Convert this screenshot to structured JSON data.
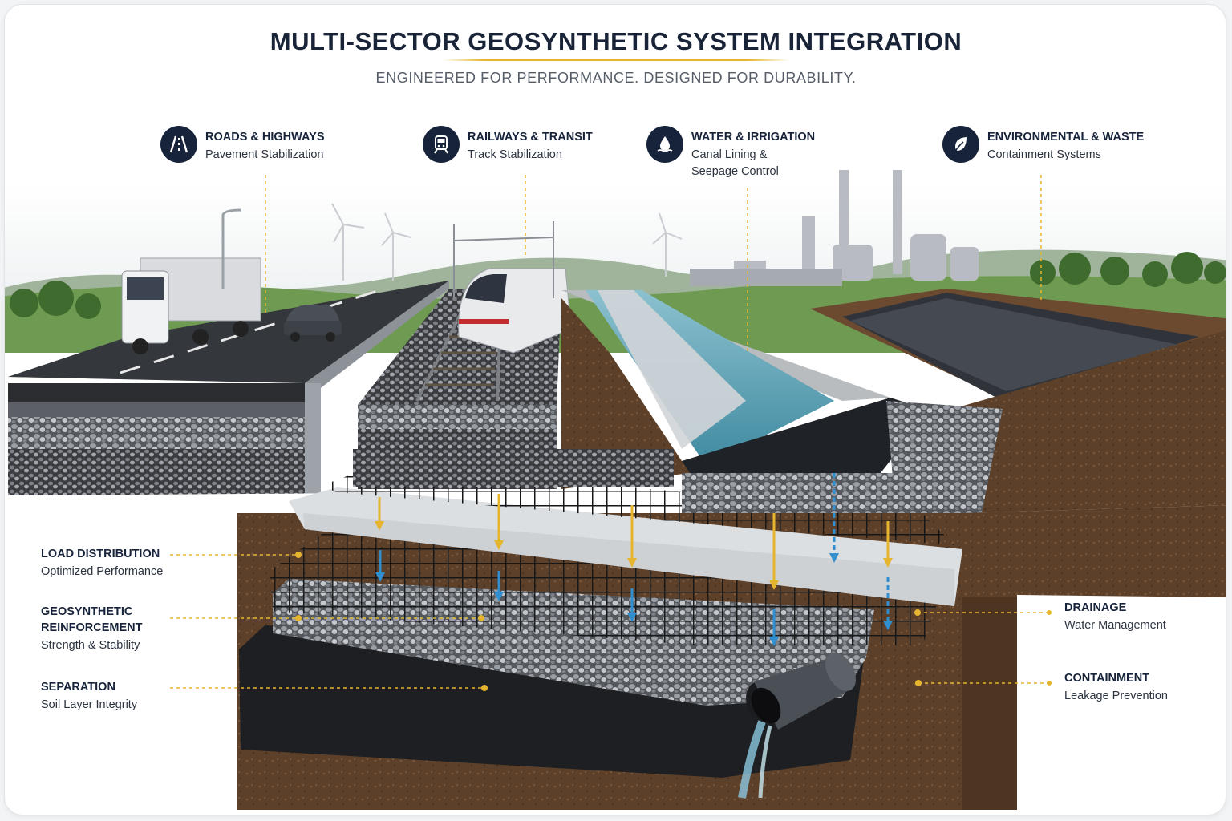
{
  "header": {
    "title": "MULTI-SECTOR GEOSYNTHETIC SYSTEM INTEGRATION",
    "subtitle": "ENGINEERED FOR PERFORMANCE. DESIGNED FOR DURABILITY."
  },
  "sectors": [
    {
      "name": "ROADS & HIGHWAYS",
      "desc": "Pavement Stabilization",
      "icon": "road-icon"
    },
    {
      "name": "RAILWAYS & TRANSIT",
      "desc": "Track Stabilization",
      "icon": "train-icon"
    },
    {
      "name": "WATER & IRRIGATION",
      "desc": "Canal Lining &\nSeepage Control",
      "icon": "water-drop-icon"
    },
    {
      "name": "ENVIRONMENTAL & WASTE",
      "desc": "Containment Systems",
      "icon": "leaf-icon"
    }
  ],
  "callouts_left": [
    {
      "name": "LOAD DISTRIBUTION",
      "desc": "Optimized Performance"
    },
    {
      "name": "GEOSYNTHETIC\nREINFORCEMENT",
      "desc": "Strength & Stability"
    },
    {
      "name": "SEPARATION",
      "desc": "Soil Layer Integrity"
    }
  ],
  "callouts_right": [
    {
      "name": "DRAINAGE",
      "desc": "Water Management"
    },
    {
      "name": "CONTAINMENT",
      "desc": "Leakage Prevention"
    }
  ],
  "colors": {
    "navy": "#17233a",
    "accent_gold": "#e6b530",
    "flow_blue": "#2f8fd1",
    "soil": "#6b4a30",
    "water": "#5a9fb5",
    "liner": "#2a2d33"
  }
}
